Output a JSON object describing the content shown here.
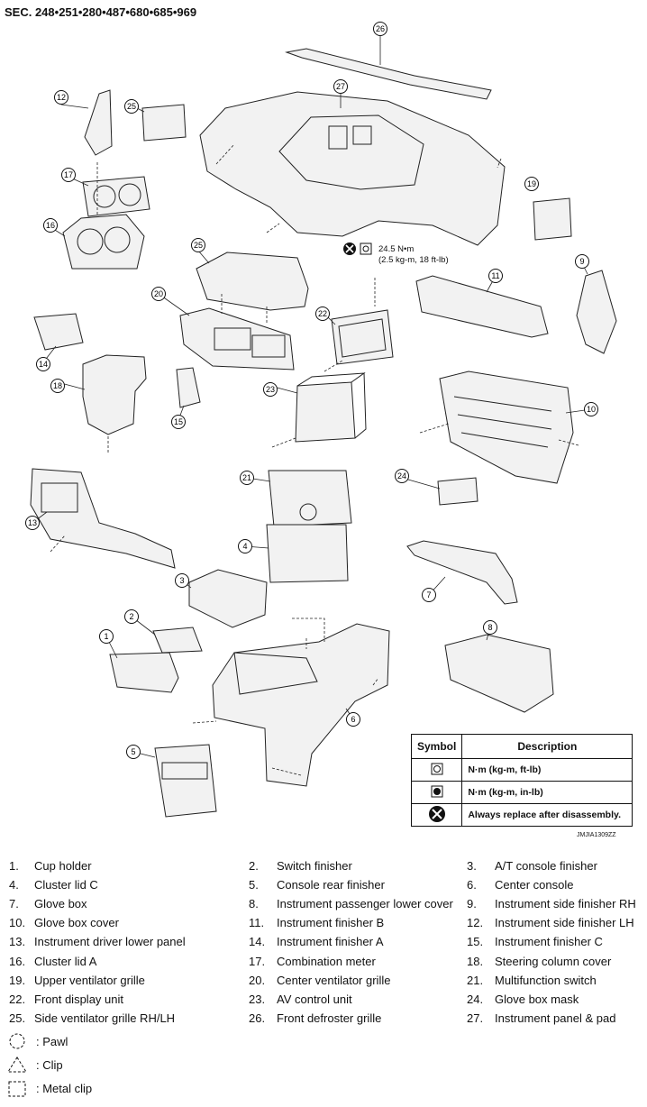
{
  "section_label": "SEC. 248•251•280•487•680•685•969",
  "torque_note": {
    "line1": "24.5 N•m",
    "line2": "(2.5 kg-m, 18 ft-lb)"
  },
  "figure_code": "JMJIA1309ZZ",
  "callouts": [
    "26",
    "27",
    "12",
    "25",
    "17",
    "16",
    "25",
    "19",
    "9",
    "11",
    "20",
    "22",
    "14",
    "18",
    "15",
    "23",
    "10",
    "24",
    "21",
    "13",
    "4",
    "7",
    "3",
    "2",
    "8",
    "1",
    "6",
    "5"
  ],
  "symbol_table": {
    "header_symbol": "Symbol",
    "header_description": "Description",
    "rows": [
      {
        "icon": "torque-socket-icon",
        "description": "N·m (kg-m, ft-lb)"
      },
      {
        "icon": "torque-socket-filled-icon",
        "description": "N·m (kg-m, in-lb)"
      },
      {
        "icon": "replace-part-icon",
        "description": "Always replace after disassembly."
      }
    ]
  },
  "legend": [
    {
      "num": "1.",
      "name": "Cup holder"
    },
    {
      "num": "2.",
      "name": "Switch finisher"
    },
    {
      "num": "3.",
      "name": "A/T console finisher"
    },
    {
      "num": "4.",
      "name": "Cluster lid C"
    },
    {
      "num": "5.",
      "name": "Console rear finisher"
    },
    {
      "num": "6.",
      "name": "Center console"
    },
    {
      "num": "7.",
      "name": "Glove box"
    },
    {
      "num": "8.",
      "name": "Instrument passenger lower cover"
    },
    {
      "num": "9.",
      "name": "Instrument side finisher RH"
    },
    {
      "num": "10.",
      "name": "Glove box cover"
    },
    {
      "num": "11.",
      "name": "Instrument finisher B"
    },
    {
      "num": "12.",
      "name": "Instrument side finisher LH"
    },
    {
      "num": "13.",
      "name": "Instrument driver lower panel"
    },
    {
      "num": "14.",
      "name": "Instrument finisher A"
    },
    {
      "num": "15.",
      "name": "Instrument finisher C"
    },
    {
      "num": "16.",
      "name": "Cluster lid A"
    },
    {
      "num": "17.",
      "name": "Combination meter"
    },
    {
      "num": "18.",
      "name": "Steering column cover"
    },
    {
      "num": "19.",
      "name": "Upper ventilator grille"
    },
    {
      "num": "20.",
      "name": "Center ventilator grille"
    },
    {
      "num": "21.",
      "name": "Multifunction switch"
    },
    {
      "num": "22.",
      "name": "Front display unit"
    },
    {
      "num": "23.",
      "name": "AV control unit"
    },
    {
      "num": "24.",
      "name": "Glove box mask"
    },
    {
      "num": "25.",
      "name": "Side ventilator grille RH/LH"
    },
    {
      "num": "26.",
      "name": "Front defroster grille"
    },
    {
      "num": "27.",
      "name": "Instrument panel & pad"
    }
  ],
  "keys": [
    {
      "icon": "pawl-icon",
      "label": ": Pawl"
    },
    {
      "icon": "clip-icon",
      "label": ": Clip"
    },
    {
      "icon": "metal-clip-icon",
      "label": ": Metal clip"
    }
  ]
}
